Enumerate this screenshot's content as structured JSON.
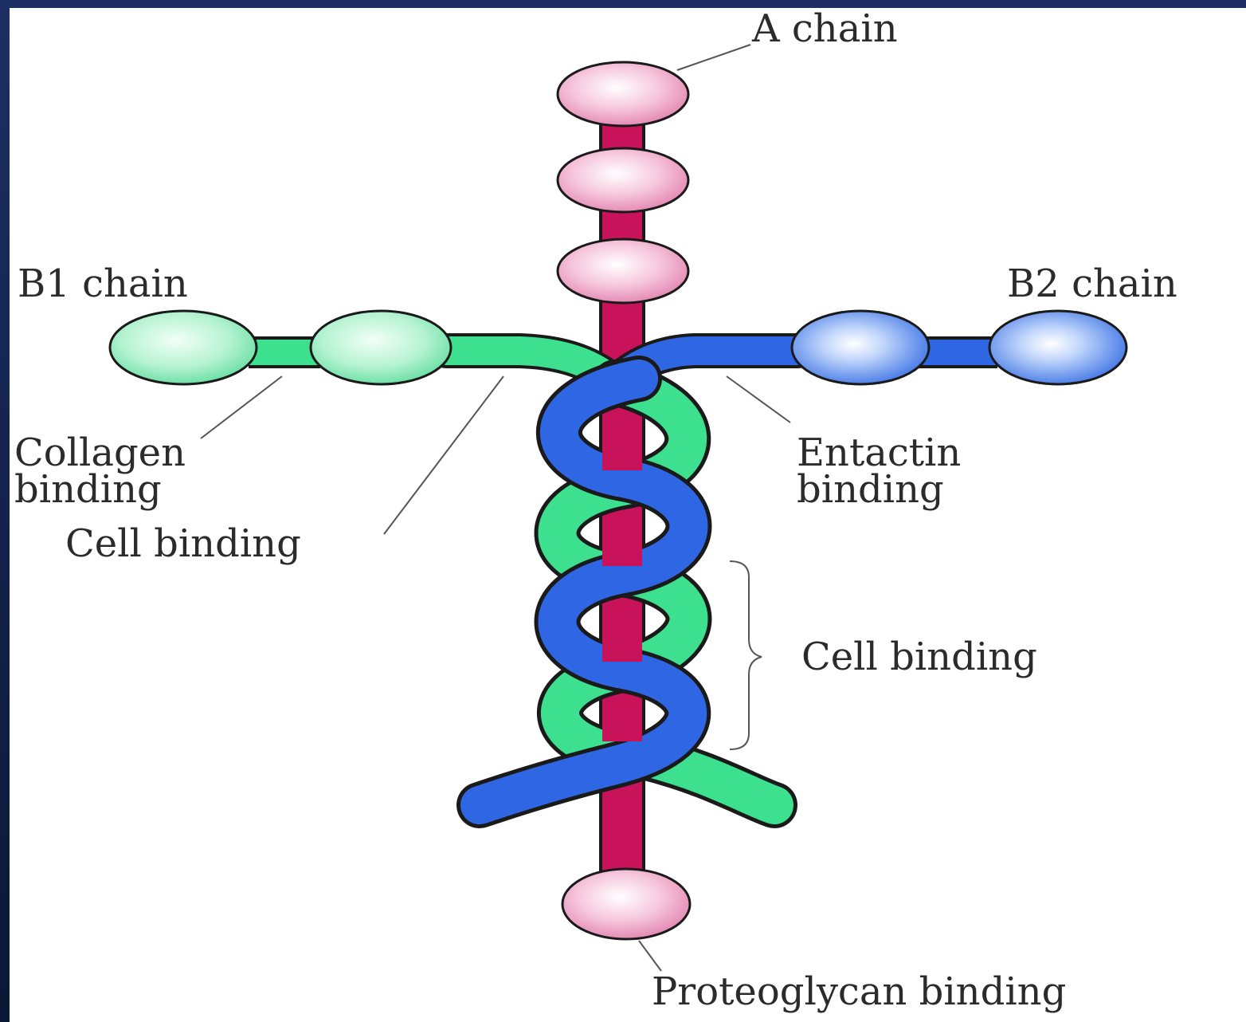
{
  "diagram": {
    "labels": {
      "a_chain": "A chain",
      "b1_chain": "B1 chain",
      "b2_chain": "B2 chain",
      "collagen_binding_line1": "Collagen",
      "collagen_binding_line2": "binding",
      "cell_binding_left": "Cell binding",
      "entactin_binding_line1": "Entactin",
      "entactin_binding_line2": "binding",
      "cell_binding_right": "Cell binding",
      "proteoglycan_binding": "Proteoglycan binding"
    },
    "colors": {
      "a_chain": "#c8125a",
      "a_domain": "#f3b9d2",
      "b1_chain": "#3de08f",
      "b1_domain": "#b9f5d5",
      "b2_chain": "#2f66e3",
      "b2_domain": "#8db3f7",
      "frame": "#0b1a3c"
    }
  }
}
